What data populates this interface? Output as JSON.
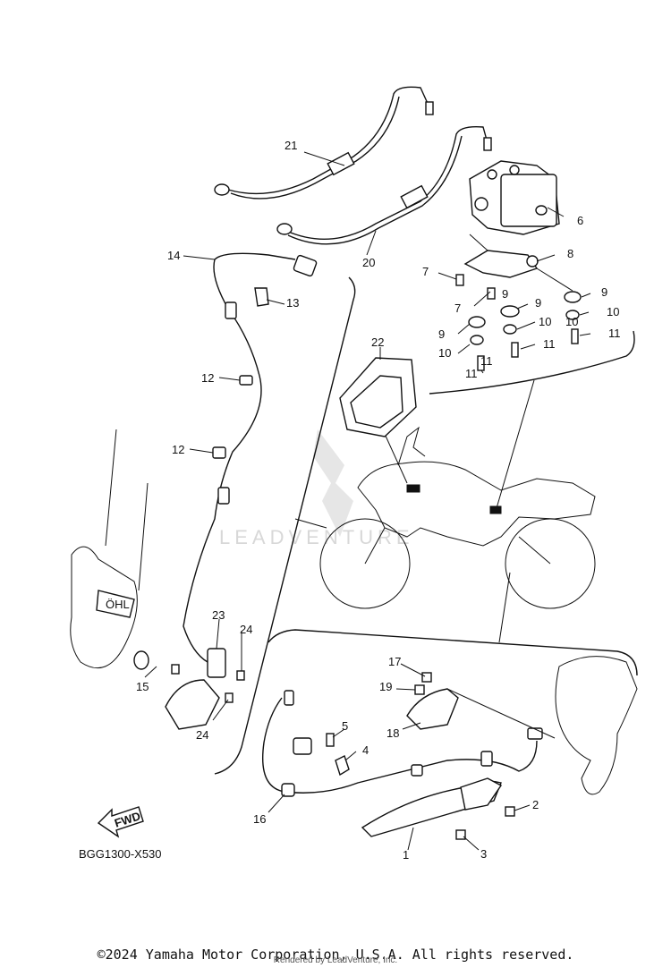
{
  "diagram": {
    "code": "BGG1300-X530",
    "fwd_label": "FWD",
    "watermark": "LEADVENTURE",
    "callouts": [
      "1",
      "2",
      "3",
      "4",
      "5",
      "6",
      "7",
      "7",
      "8",
      "9",
      "9",
      "9",
      "9",
      "10",
      "10",
      "10",
      "10",
      "11",
      "11",
      "11",
      "11",
      "12",
      "12",
      "13",
      "14",
      "15",
      "16",
      "17",
      "18",
      "19",
      "20",
      "21",
      "22",
      "23",
      "24",
      "24"
    ]
  },
  "footer": {
    "copyright": "©2024 Yamaha Motor Corporation, U.S.A. All rights reserved.",
    "rendered": "Rendered by LeadVenture, Inc."
  }
}
